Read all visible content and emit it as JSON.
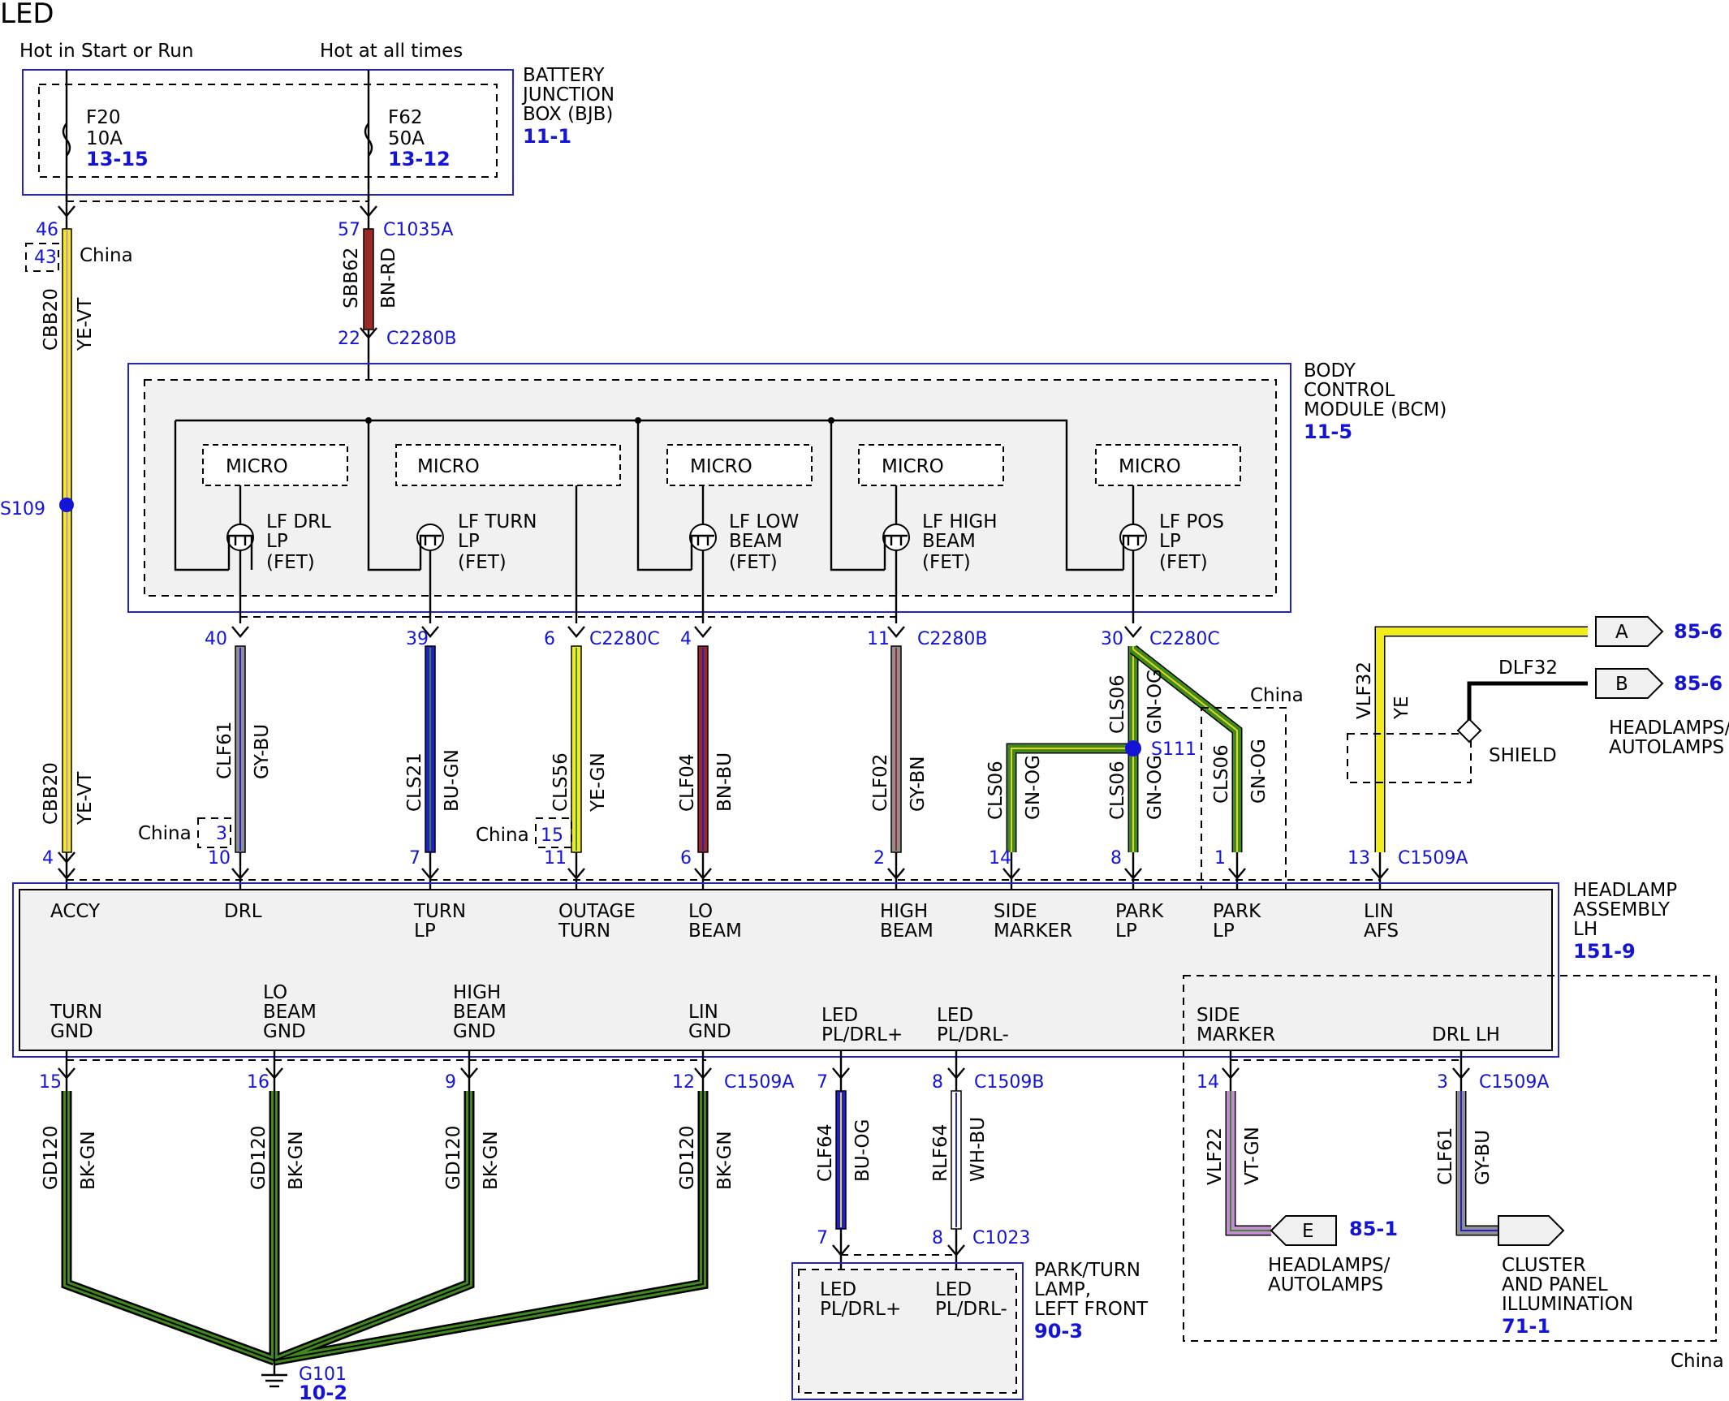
{
  "title": "LED",
  "colors": {
    "link_blue": "#1414d6",
    "frame_blue": "#2222c8",
    "YE": "#f2ec1a",
    "VT": "#c78ad8",
    "BN": "#9b2a24",
    "RD": "#c21c1c",
    "GY": "#8f8f8f",
    "BU": "#1f1fd0",
    "GN": "#3e8a1e",
    "OG": "#e4d51a",
    "BK": "#111111",
    "WH": "#ffffff"
  },
  "supply": {
    "hot_start_run": "Hot in Start or Run",
    "hot_all_times": "Hot at all times"
  },
  "bjb": {
    "name": "BATTERY JUNCTION BOX (BJB)",
    "ref": "11-1",
    "fuses": [
      {
        "id": "F20",
        "rating": "10A",
        "ref": "13-15"
      },
      {
        "id": "F62",
        "rating": "50A",
        "ref": "13-12"
      }
    ]
  },
  "bcm": {
    "name": "BODY CONTROL MODULE (BCM)",
    "ref": "11-5",
    "micro_label": "MICRO",
    "fets": [
      [
        "LF DRL",
        "LP",
        "(FET)"
      ],
      [
        "LF TURN",
        "LP",
        "(FET)"
      ],
      [
        "LF LOW",
        "BEAM",
        "(FET)"
      ],
      [
        "LF HIGH",
        "BEAM",
        "(FET)"
      ],
      [
        "LF POS",
        "LP",
        "(FET)"
      ]
    ]
  },
  "headlamp": {
    "name": "HEADLAMP ASSEMBLY LH",
    "ref": "151-9",
    "top_pins": [
      [
        "ACCY"
      ],
      [
        "DRL"
      ],
      [
        "TURN",
        "LP"
      ],
      [
        "OUTAGE",
        "TURN"
      ],
      [
        "LO",
        "BEAM"
      ],
      [
        "HIGH",
        "BEAM"
      ],
      [
        "SIDE",
        "MARKER"
      ],
      [
        "PARK",
        "LP"
      ],
      [
        "PARK",
        "LP"
      ],
      [
        "LIN",
        "AFS"
      ]
    ],
    "bottom_pins": [
      [
        "TURN",
        "GND"
      ],
      [
        "LO",
        "BEAM",
        "GND"
      ],
      [
        "HIGH",
        "BEAM",
        "GND"
      ],
      [
        "LIN",
        "GND"
      ],
      [
        "LED",
        "PL/DRL+"
      ],
      [
        "LED",
        "PL/DRL-"
      ],
      [
        "SIDE",
        "MARKER"
      ],
      [
        "DRL LH"
      ]
    ]
  },
  "connectors": {
    "c1035a": "C1035A",
    "c2280b": "C2280B",
    "c2280c": "C2280C",
    "c1509a": "C1509A",
    "c1509b": "C1509B",
    "c1023": "C1023"
  },
  "splices": {
    "s109": "S109",
    "s111": "S111"
  },
  "wires_upper": [
    {
      "circuit": "CBB20",
      "color": "YE-VT",
      "pin_top": "46",
      "pin_alt": "43",
      "pin_bottom": "4"
    },
    {
      "circuit": "SBB62",
      "color": "BN-RD",
      "pin_top": "57",
      "pin_bottom": "22"
    },
    {
      "circuit": "CLF61",
      "color": "GY-BU",
      "pin_top": "40",
      "pin_bottom": "10",
      "pin_alt": "3"
    },
    {
      "circuit": "CLS21",
      "color": "BU-GN",
      "pin_top": "39",
      "pin_bottom": "7"
    },
    {
      "circuit": "CLS56",
      "color": "YE-GN",
      "pin_top": "6",
      "pin_bottom": "11",
      "pin_alt": "15"
    },
    {
      "circuit": "CLF04",
      "color": "BN-BU",
      "pin_top": "4",
      "pin_bottom": "6"
    },
    {
      "circuit": "CLF02",
      "color": "GY-BN",
      "pin_top": "11",
      "pin_bottom": "2"
    },
    {
      "circuit": "CLS06",
      "color": "GN-OG",
      "pin_top": "30"
    },
    {
      "circuit": "CLS06",
      "color": "GN-OG",
      "pin_bottom": "14"
    },
    {
      "circuit": "CLS06",
      "color": "GN-OG",
      "pin_bottom": "8"
    },
    {
      "circuit": "CLS06",
      "color": "GN-OG",
      "pin_bottom": "1"
    },
    {
      "circuit": "VLF32",
      "color": "YE",
      "pin_bottom": "13"
    },
    {
      "circuit": "DLF32"
    }
  ],
  "wires_lower": [
    {
      "circuit": "GD120",
      "color": "BK-GN",
      "pin": "15"
    },
    {
      "circuit": "GD120",
      "color": "BK-GN",
      "pin": "16"
    },
    {
      "circuit": "GD120",
      "color": "BK-GN",
      "pin": "9"
    },
    {
      "circuit": "GD120",
      "color": "BK-GN",
      "pin": "12"
    },
    {
      "circuit": "CLF64",
      "color": "BU-OG",
      "pin": "7",
      "pin_bottom": "7"
    },
    {
      "circuit": "RLF64",
      "color": "WH-BU",
      "pin": "8",
      "pin_bottom": "8"
    },
    {
      "circuit": "VLF22",
      "color": "VT-GN",
      "pin": "14"
    },
    {
      "circuit": "CLF61",
      "color": "GY-BU",
      "pin": "3"
    }
  ],
  "offpage": {
    "a": {
      "letter": "A",
      "ref": "85-6"
    },
    "b": {
      "letter": "B",
      "ref": "85-6"
    },
    "e": {
      "letter": "E",
      "ref": "85-1"
    },
    "headlamps_autolamps": "HEADLAMPS/ AUTOLAMPS",
    "shield": "SHIELD",
    "cluster": "CLUSTER AND PANEL ILLUMINATION",
    "cluster_ref": "71-1"
  },
  "park_turn_lamp": {
    "name": "PARK/TURN LAMP, LEFT FRONT",
    "ref": "90-3",
    "pins": [
      "LED PL/DRL+",
      "LED PL/DRL-"
    ]
  },
  "ground": {
    "id": "G101",
    "ref": "10-2"
  },
  "china_label": "China"
}
